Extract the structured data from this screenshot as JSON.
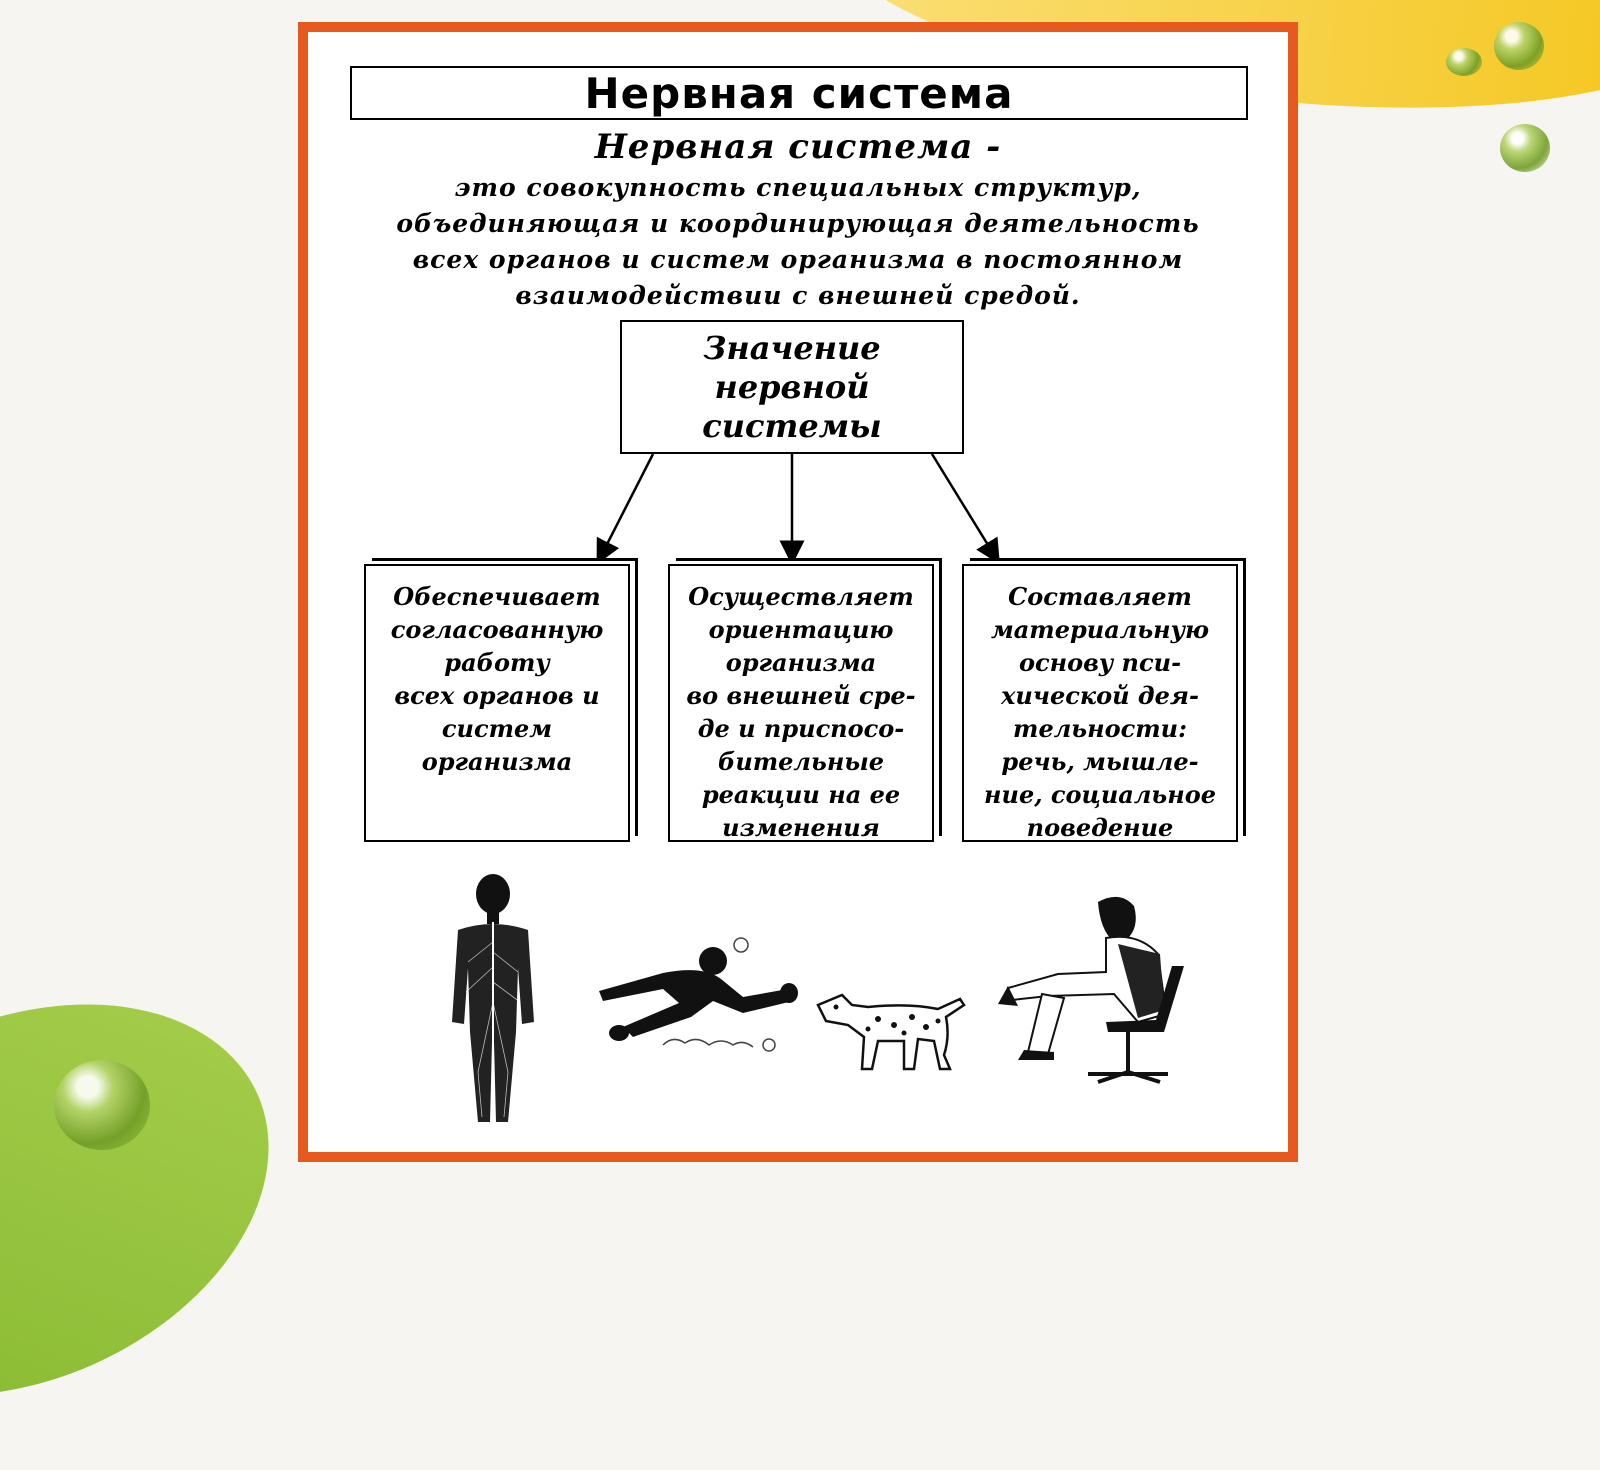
{
  "title": "Нервная система",
  "definition": {
    "term": "Нервная система -",
    "lines": [
      "это совокупность специальных структур,",
      "объединяющая и координирующая деятельность",
      "всех органов и систем организма в постоянном",
      "взаимодействии с внешней средой."
    ]
  },
  "center_node": {
    "lines": [
      "Значение",
      "нервной",
      "системы"
    ]
  },
  "functions": [
    {
      "lines": [
        "Обеспечивает",
        "согласованную",
        "работу",
        "всех органов и",
        "систем",
        "организма"
      ]
    },
    {
      "lines": [
        "Осуществляет",
        "ориентацию",
        "организма",
        "во внешней сре-",
        "де и приспосо-",
        "бительные",
        "реакции на ее",
        "изменения"
      ]
    },
    {
      "lines": [
        "Составляет",
        "материальную",
        "основу пси-",
        "хической дея-",
        "тельности:",
        "речь, мышле-",
        "ние, социальное",
        "поведение"
      ]
    }
  ],
  "colors": {
    "frame": "#e65a1f",
    "accent_yellow": "#f4c51a",
    "accent_green": "#86b830"
  }
}
